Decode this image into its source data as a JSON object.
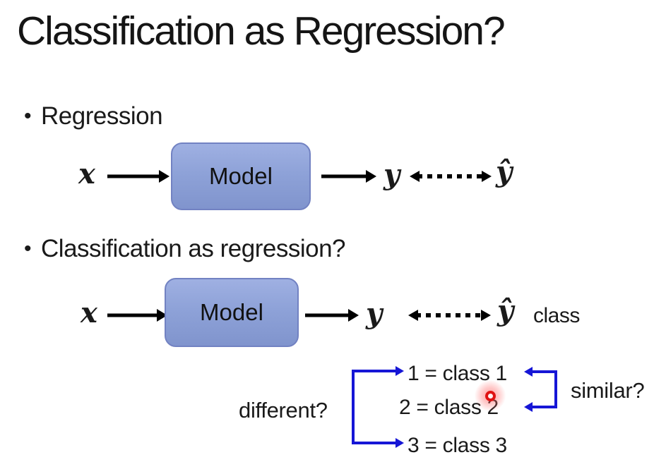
{
  "title": "Classification as Regression?",
  "bullet_char": "•",
  "bullet_regression": "Regression",
  "bullet_classification": "Classification as regression?",
  "diagram1": {
    "input": "x",
    "model": "Model",
    "output": "y",
    "estimate": "ŷ"
  },
  "diagram2": {
    "input": "x",
    "model": "Model",
    "output": "y",
    "estimate": "ŷ",
    "class_note": "class"
  },
  "mapping": {
    "different": "different?",
    "similar": "similar?",
    "rows": [
      "1 = class 1",
      "2 = class 2",
      "3 = class 3"
    ]
  },
  "colors": {
    "arrow_blue": "#1616d6",
    "box_fill_top": "#9fb0e2",
    "box_fill_bottom": "#8094cd",
    "box_border": "#7282c2",
    "laser_red": "#e01212"
  }
}
